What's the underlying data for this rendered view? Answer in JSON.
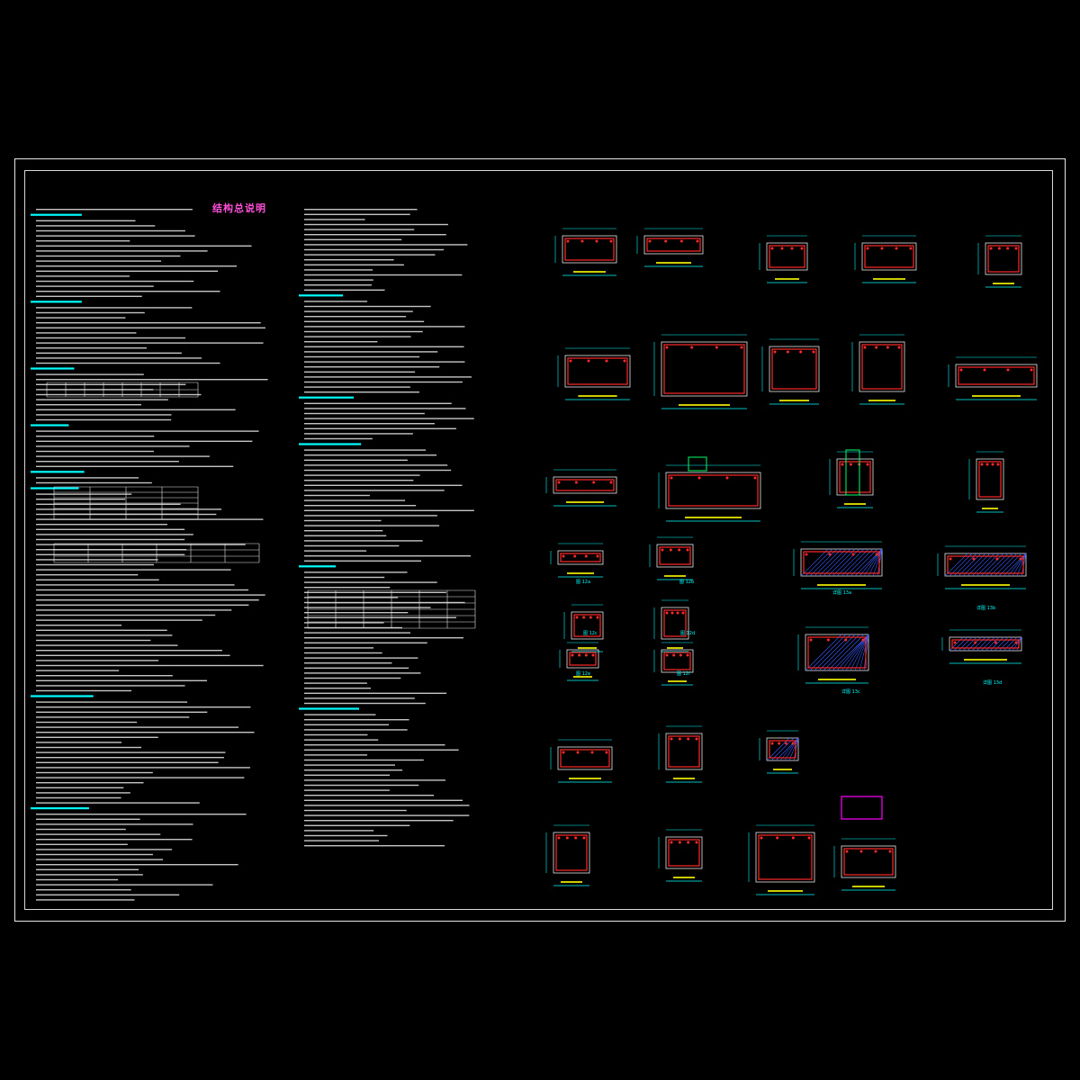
{
  "drawing": {
    "title": "结构总说明",
    "colors": {
      "background": "#000000",
      "frame": "#e8e8e8",
      "heading": "#00ffff",
      "text": "#e6e6e6",
      "title": "#ff4fd8",
      "rebar": "#ff2a2a",
      "hatch": "#3b5cff",
      "dimension": "#00ffff",
      "label": "#ffff00",
      "accent_green": "#00ff66",
      "accent_magenta": "#ff00ff"
    },
    "details": [
      {
        "label": "图 12a"
      },
      {
        "label": "图 12b"
      },
      {
        "label": "图 12c"
      },
      {
        "label": "图 12d"
      },
      {
        "label": "图 12e"
      },
      {
        "label": "图 12f"
      },
      {
        "label": "详图 13a"
      },
      {
        "label": "详图 13b"
      },
      {
        "label": "详图 13c"
      },
      {
        "label": "详图 13d"
      }
    ]
  }
}
